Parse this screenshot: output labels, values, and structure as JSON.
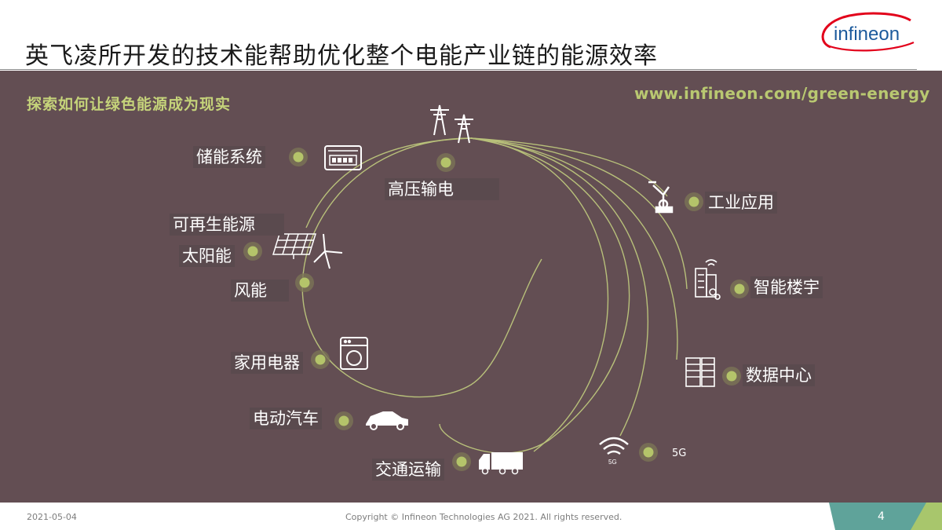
{
  "slide": {
    "title": "英飞凌所开发的技术能帮助优化整个电能产业链的能源效率",
    "subtitle": "探索如何让绿色能源成为现实",
    "link": "www.infineon.com/green-energy",
    "logo_text": "infineon"
  },
  "nodes": {
    "grid": {
      "label": "高压输电",
      "icon": "power-tower-icon"
    },
    "storage": {
      "label": "储能系统",
      "icon": "battery-storage-icon"
    },
    "renewable": {
      "label": "可再生能源"
    },
    "solar": {
      "label": "太阳能",
      "icon": "solar-panel-icon"
    },
    "wind": {
      "label": "风能",
      "icon": "wind-turbine-icon"
    },
    "appliance": {
      "label": "家用电器",
      "icon": "washing-machine-icon"
    },
    "ev": {
      "label": "电动汽车",
      "icon": "car-icon"
    },
    "transport": {
      "label": "交通运输",
      "icon": "truck-icon"
    },
    "industry": {
      "label": "工业应用",
      "icon": "robot-arm-icon"
    },
    "building": {
      "label": "智能楼宇",
      "icon": "smart-building-icon"
    },
    "datacenter": {
      "label": "数据中心",
      "icon": "server-rack-icon"
    },
    "fiveg": {
      "label": "5G",
      "icon": "wifi-5g-icon",
      "icon_text": "5G"
    }
  },
  "colors": {
    "panel": "#634e53",
    "accent_green": "#c5d37a",
    "line": "#b8c07a",
    "dot_core": "#a8b960",
    "teal": "#5fa39a",
    "footer_green": "#a8c66c",
    "logo_red": "#e2001a",
    "logo_blue": "#1c5a9c"
  },
  "footer": {
    "date": "2021-05-04",
    "copyright": "Copyright © Infineon Technologies AG 2021. All rights reserved.",
    "page": "4"
  }
}
